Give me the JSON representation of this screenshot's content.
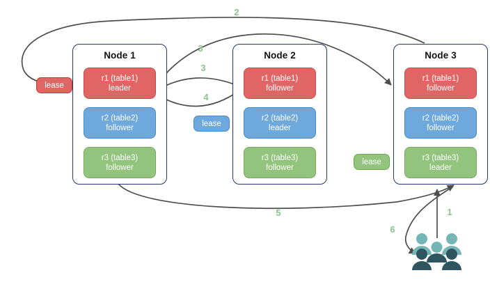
{
  "diagram": {
    "title": "",
    "colors": {
      "replica_red": "#e06666",
      "replica_blue": "#6fa8dc",
      "replica_green": "#93c47d",
      "node_border": "#20386b",
      "edge": "#4d4d4d",
      "label_green": "#8bc48a",
      "users_light": "#76b5b5",
      "users_dark": "#2f5561"
    }
  },
  "nodes": [
    {
      "title": "Node 1",
      "replicas": [
        {
          "range": "r1 (table1)",
          "role": "leader",
          "color": "red"
        },
        {
          "range": "r2 (table2)",
          "role": "follower",
          "color": "blue"
        },
        {
          "range": "r3 (table3)",
          "role": "follower",
          "color": "green"
        }
      ]
    },
    {
      "title": "Node 2",
      "replicas": [
        {
          "range": "r1 (table1)",
          "role": "follower",
          "color": "red"
        },
        {
          "range": "r2 (table2)",
          "role": "leader",
          "color": "blue"
        },
        {
          "range": "r3 (table3)",
          "role": "follower",
          "color": "green"
        }
      ]
    },
    {
      "title": "Node 3",
      "replicas": [
        {
          "range": "r1 (table1)",
          "role": "follower",
          "color": "red"
        },
        {
          "range": "r2 (table2)",
          "role": "follower",
          "color": "blue"
        },
        {
          "range": "r3 (table3)",
          "role": "leader",
          "color": "green"
        }
      ]
    }
  ],
  "leases": [
    {
      "label": "lease",
      "color": "red"
    },
    {
      "label": "lease",
      "color": "blue"
    },
    {
      "label": "lease",
      "color": "green"
    }
  ],
  "edge_labels": [
    {
      "id": "1",
      "text": "1"
    },
    {
      "id": "2",
      "text": "2"
    },
    {
      "id": "3a",
      "text": "3"
    },
    {
      "id": "3b",
      "text": "3"
    },
    {
      "id": "4",
      "text": "4"
    },
    {
      "id": "5",
      "text": "5"
    },
    {
      "id": "6",
      "text": "6"
    }
  ],
  "users_icon": {
    "name": "users-icon",
    "people": 5
  }
}
